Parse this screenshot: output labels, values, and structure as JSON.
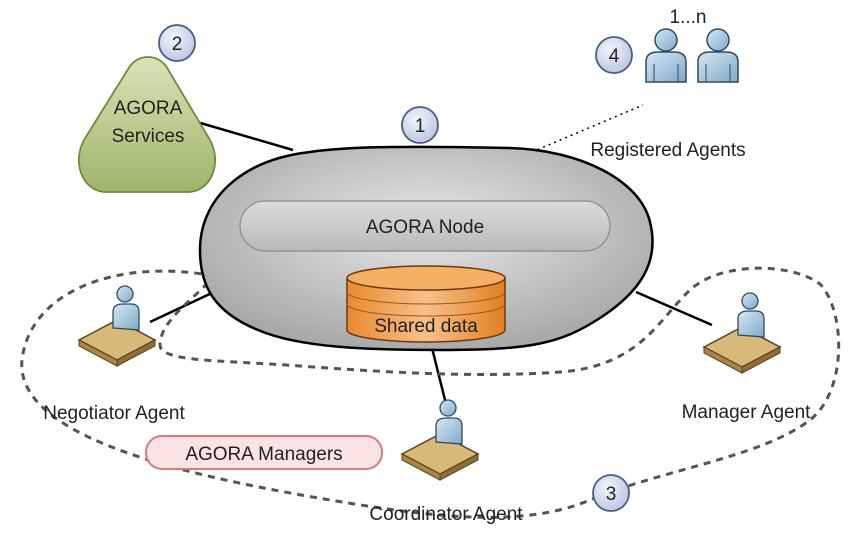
{
  "node": {
    "outer_label": "",
    "inner_label": "AGORA Node",
    "shared_data_label": "Shared data"
  },
  "services": {
    "line1": "AGORA",
    "line2": "Services"
  },
  "registered": {
    "label": "Registered Agents",
    "multiplicity": "1...n"
  },
  "agents": {
    "negotiator": "Negotiator Agent",
    "coordinator": "Coordinator Agent",
    "manager": "Manager Agent"
  },
  "managers_group_label": "AGORA Managers",
  "markers": [
    "1",
    "2",
    "3",
    "4"
  ],
  "colors": {
    "node_fill": "#c9c9c9",
    "services_fill": "#b7c98a",
    "database_fill": "#f0a24a",
    "marker_fill": "#cfd8ea",
    "managers_border": "#d97b7b",
    "person_fill": "#9ec2dc"
  },
  "icons": [
    "person-icon",
    "desk-agent-icon",
    "database-icon"
  ]
}
